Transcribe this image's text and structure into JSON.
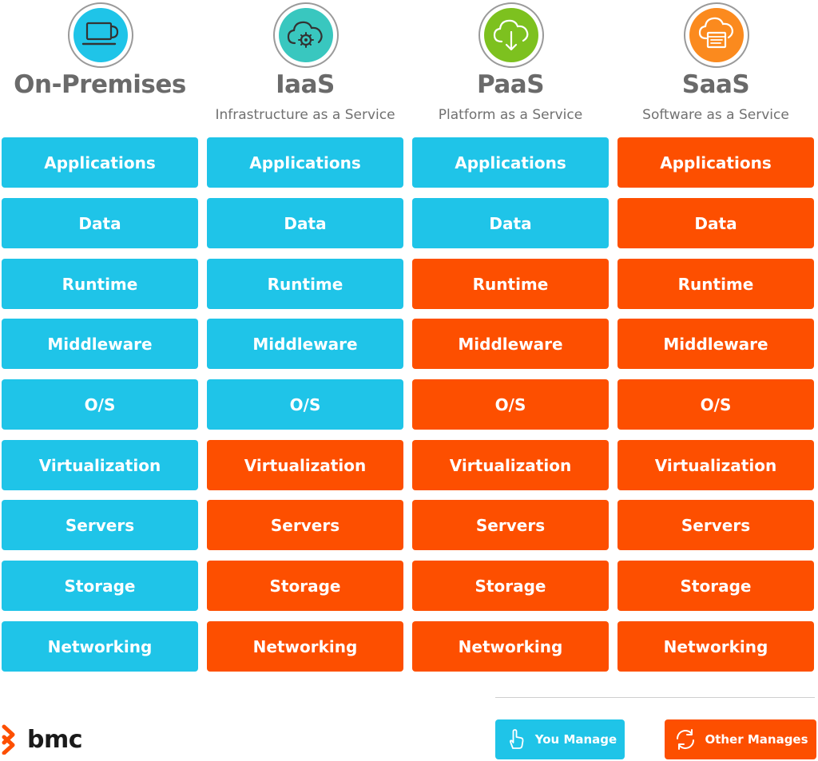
{
  "models": [
    {
      "title": "On-Premises",
      "subtitle": "",
      "icon": "laptop-icon",
      "icon_color": "#1fc4e8",
      "layers": [
        {
          "label": "Applications",
          "manager": "you"
        },
        {
          "label": "Data",
          "manager": "you"
        },
        {
          "label": "Runtime",
          "manager": "you"
        },
        {
          "label": "Middleware",
          "manager": "you"
        },
        {
          "label": "O/S",
          "manager": "you"
        },
        {
          "label": "Virtualization",
          "manager": "you"
        },
        {
          "label": "Servers",
          "manager": "you"
        },
        {
          "label": "Storage",
          "manager": "you"
        },
        {
          "label": "Networking",
          "manager": "you"
        }
      ]
    },
    {
      "title": "IaaS",
      "subtitle": "Infrastructure as a Service",
      "icon": "cloud-gear-icon",
      "icon_color": "#39c7bf",
      "layers": [
        {
          "label": "Applications",
          "manager": "you"
        },
        {
          "label": "Data",
          "manager": "you"
        },
        {
          "label": "Runtime",
          "manager": "you"
        },
        {
          "label": "Middleware",
          "manager": "you"
        },
        {
          "label": "O/S",
          "manager": "you"
        },
        {
          "label": "Virtualization",
          "manager": "other"
        },
        {
          "label": "Servers",
          "manager": "other"
        },
        {
          "label": "Storage",
          "manager": "other"
        },
        {
          "label": "Networking",
          "manager": "other"
        }
      ]
    },
    {
      "title": "PaaS",
      "subtitle": "Platform as a Service",
      "icon": "cloud-download-icon",
      "icon_color": "#7dc11f",
      "layers": [
        {
          "label": "Applications",
          "manager": "you"
        },
        {
          "label": "Data",
          "manager": "you"
        },
        {
          "label": "Runtime",
          "manager": "other"
        },
        {
          "label": "Middleware",
          "manager": "other"
        },
        {
          "label": "O/S",
          "manager": "other"
        },
        {
          "label": "Virtualization",
          "manager": "other"
        },
        {
          "label": "Servers",
          "manager": "other"
        },
        {
          "label": "Storage",
          "manager": "other"
        },
        {
          "label": "Networking",
          "manager": "other"
        }
      ]
    },
    {
      "title": "SaaS",
      "subtitle": "Software as a Service",
      "icon": "cloud-window-icon",
      "icon_color": "#fb8a1e",
      "layers": [
        {
          "label": "Applications",
          "manager": "other"
        },
        {
          "label": "Data",
          "manager": "other"
        },
        {
          "label": "Runtime",
          "manager": "other"
        },
        {
          "label": "Middleware",
          "manager": "other"
        },
        {
          "label": "O/S",
          "manager": "other"
        },
        {
          "label": "Virtualization",
          "manager": "other"
        },
        {
          "label": "Servers",
          "manager": "other"
        },
        {
          "label": "Storage",
          "manager": "other"
        },
        {
          "label": "Networking",
          "manager": "other"
        }
      ]
    }
  ],
  "legend": {
    "you_label": "You Manage",
    "other_label": "Other Manages",
    "you_color": "#1fc4e8",
    "other_color": "#fd4f00",
    "you_icon": "hand-pointer-icon",
    "other_icon": "refresh-icon"
  },
  "brand": {
    "name": "bmc",
    "color": "#fd4f00",
    "icon": "bmc-chevron-icon"
  }
}
